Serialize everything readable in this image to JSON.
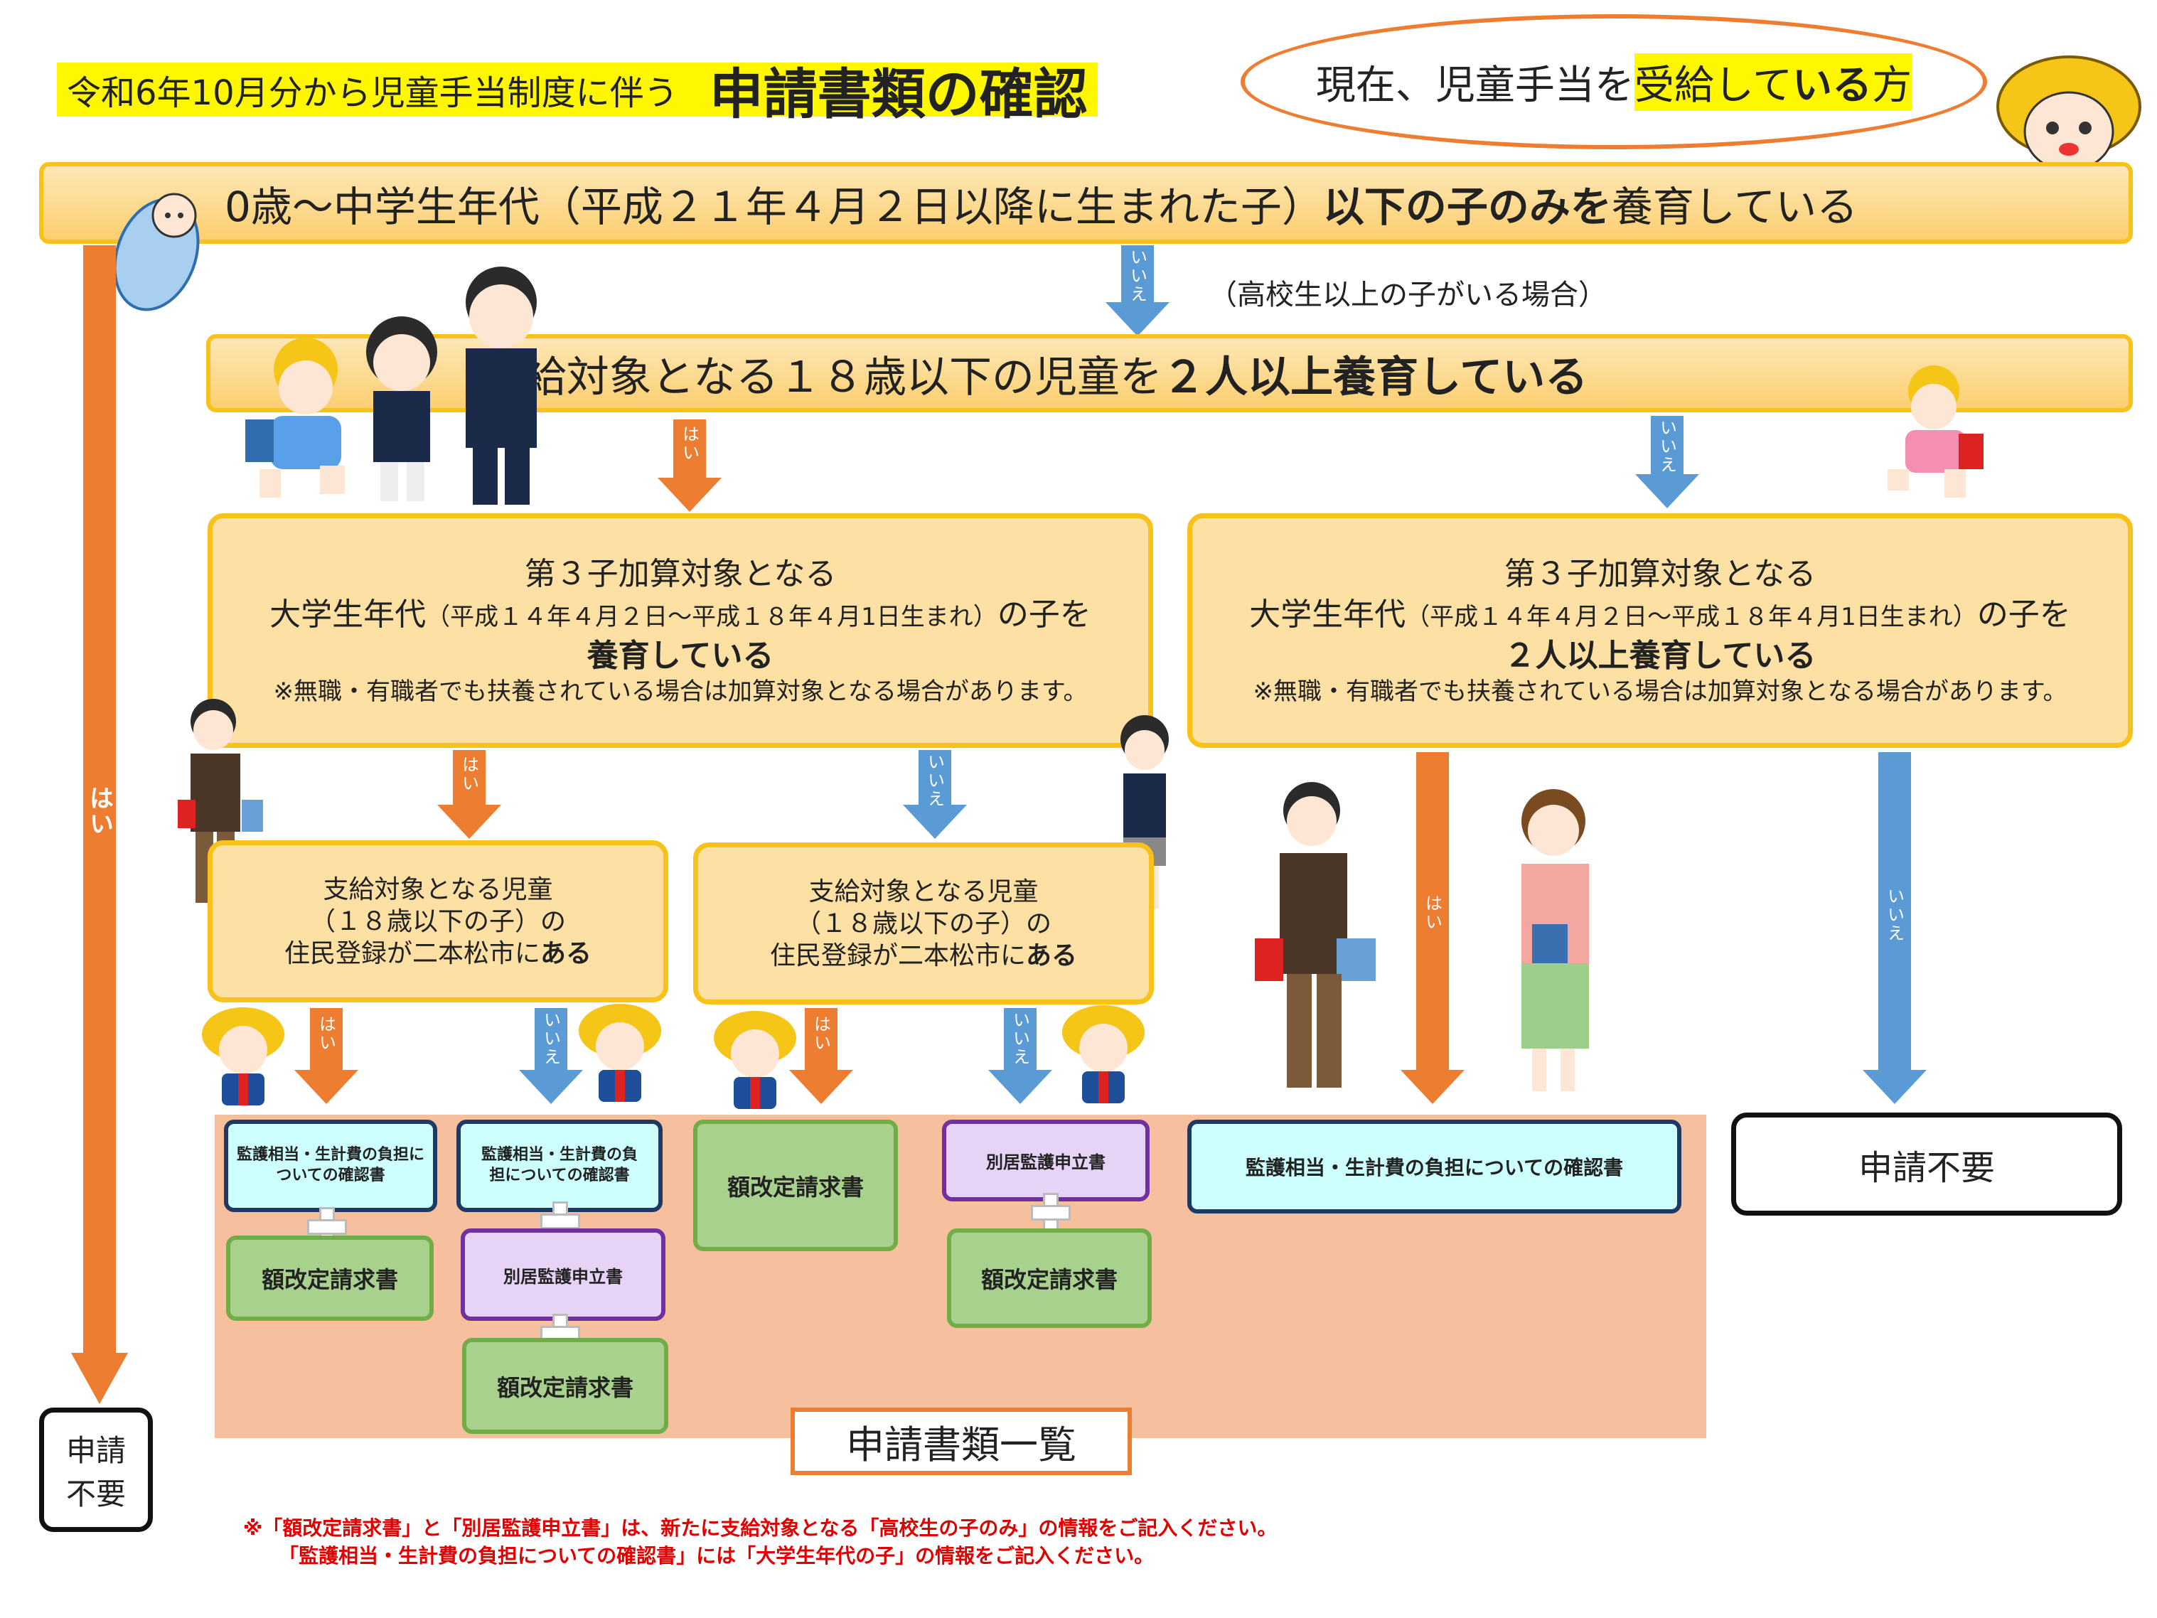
{
  "title": {
    "sub": "令和6年10月分から児童手当制度に伴う",
    "main": "申請書類の確認"
  },
  "bubble": {
    "pre": "現在、児童手当を",
    "hl_a": "受給して",
    "hl_b": "いる",
    "post": "方"
  },
  "q1": {
    "pre": "0歳～中学生年代（平成２１年４月２日以降に生まれた子）",
    "bold": "以下の子のみを",
    "post": "養育している"
  },
  "q1_note": "（高校生以上の子がいる場合）",
  "q2": {
    "pre": "支給対象となる１８歳以下の児童を",
    "bold": "２人以上養育している"
  },
  "q3a": {
    "line1": "第３子加算対象となる",
    "line2_a": "大学生年代",
    "line2_b": "（平成１４年４月２日～平成１８年４月1日生まれ）",
    "line2_c": "の子を",
    "line3": "養育している",
    "note": "※無職・有職者でも扶養されている場合は加算対象となる場合があります。"
  },
  "q3b": {
    "line1": "第３子加算対象となる",
    "line2_a": "大学生年代",
    "line2_b": "（平成１４年４月２日～平成１８年４月1日生まれ）",
    "line2_c": "の子を",
    "line3": "２人以上養育している",
    "note": "※無職・有職者でも扶養されている場合は加算対象となる場合があります。"
  },
  "q4": {
    "line1": "支給対象となる児童",
    "line2": "（１８歳以下の子）の",
    "line3_a": "住民登録が二本松市に",
    "line3_b": "ある"
  },
  "labels": {
    "yes": "はい",
    "no": "いいえ"
  },
  "docs": {
    "confirm_short_1": "監護相当・生計費の負担に",
    "confirm_short_2": "ついての確認書",
    "confirm_b_1": "監護相当・生計費の負",
    "confirm_b_2": "担についての確認書",
    "confirm_long": "監護相当・生計費の負担についての確認書",
    "revision": "額改定請求書",
    "separate": "別居監護申立書"
  },
  "not_required": "申請不要",
  "not_required_left_1": "申請",
  "not_required_left_2": "不要",
  "doc_list_label": "申請書類一覧",
  "footnote": {
    "line1": "※「額改定請求書」と「別居監護申立書」は、新たに支給対象となる「高校生の子のみ」の情報をご記入ください。",
    "line2": "「監護相当・生計費の負担についての確認書」には「大学生年代の子」の情報をご記入ください。"
  },
  "colors": {
    "yes_arrow": "#ed7d31",
    "no_arrow": "#5b9bd5",
    "box_fill": "#fde0a3",
    "box_border": "#f8c21b",
    "doc_area": "#f6bf9d",
    "footnote": "#e00000"
  },
  "icons": [
    "baby-illustration",
    "students-illustration",
    "child-illustration",
    "mascot-illustration",
    "university-student-illustration"
  ]
}
